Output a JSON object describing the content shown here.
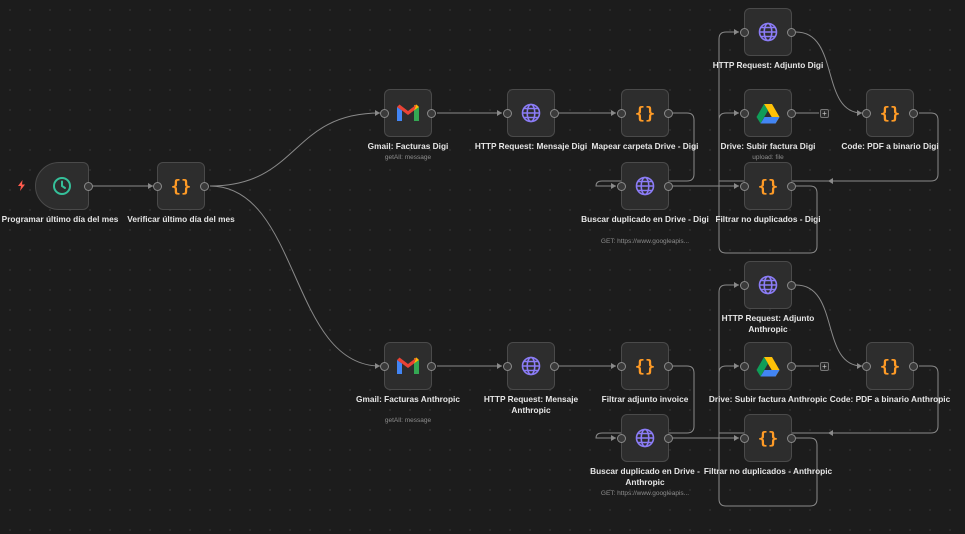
{
  "canvas": {
    "edge_color": "#8a8a8a",
    "icons": {
      "trigger": "lightning-bolt-icon",
      "schedule": "clock-icon",
      "code": "curly-braces-icon",
      "gmail": "gmail-logo-icon",
      "http": "globe-icon",
      "drive": "google-drive-logo-icon"
    }
  },
  "nodes": [
    {
      "id": "schedule",
      "icon": "clock",
      "label": "Programar último día del mes",
      "sub": ""
    },
    {
      "id": "verify",
      "icon": "code",
      "label": "Verificar último día del mes",
      "sub": ""
    },
    {
      "id": "gmail_digi",
      "icon": "gmail",
      "label": "Gmail: Facturas Digi",
      "sub": "getAll: message"
    },
    {
      "id": "http_msg_digi",
      "icon": "globe",
      "label": "HTTP Request: Mensaje Digi",
      "sub": ""
    },
    {
      "id": "map_digi",
      "icon": "code",
      "label": "Mapear carpeta Drive - Digi",
      "sub": ""
    },
    {
      "id": "dup_digi",
      "icon": "globe",
      "label": "Buscar duplicado en Drive - Digi",
      "sub": "GET: https://www.googleapis..."
    },
    {
      "id": "http_adj_digi",
      "icon": "globe",
      "label": "HTTP Request: Adjunto Digi",
      "sub": ""
    },
    {
      "id": "drive_digi",
      "icon": "drive",
      "label": "Drive: Subir factura Digi",
      "sub": "upload: file"
    },
    {
      "id": "filter_digi",
      "icon": "code",
      "label": "Filtrar no duplicados - Digi",
      "sub": ""
    },
    {
      "id": "pdf_digi",
      "icon": "code",
      "label": "Code: PDF a binario Digi",
      "sub": ""
    },
    {
      "id": "gmail_anth",
      "icon": "gmail",
      "label": "Gmail: Facturas Anthropic",
      "sub": "getAll: message"
    },
    {
      "id": "http_msg_anth",
      "icon": "globe",
      "label": "HTTP Request: Mensaje Anthropic",
      "sub": ""
    },
    {
      "id": "adj_inv_anth",
      "icon": "code",
      "label": "Filtrar adjunto invoice",
      "sub": ""
    },
    {
      "id": "dup_anth",
      "icon": "globe",
      "label": "Buscar duplicado en Drive - Anthropic",
      "sub": "GET: https://www.googleapis..."
    },
    {
      "id": "http_adj_anth",
      "icon": "globe",
      "label": "HTTP Request: Adjunto Anthropic",
      "sub": ""
    },
    {
      "id": "drive_anth",
      "icon": "drive",
      "label": "Drive: Subir factura Anthropic",
      "sub": ""
    },
    {
      "id": "filter_anth",
      "icon": "code",
      "label": "Filtrar no duplicados - Anthropic",
      "sub": ""
    },
    {
      "id": "pdf_anth",
      "icon": "code",
      "label": "Code: PDF a binario Anthropic",
      "sub": ""
    }
  ]
}
